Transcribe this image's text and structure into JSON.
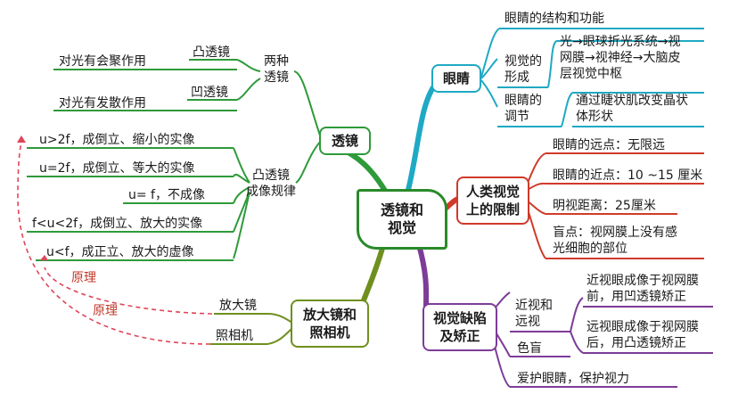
{
  "center": {
    "line1": "透镜和",
    "line2": "视觉"
  },
  "lens": {
    "title": "透镜",
    "two_kinds": {
      "line1": "两种",
      "line2": "透镜"
    },
    "convex": "凸透镜",
    "concave": "凹透镜",
    "convex_effect": "对光有会聚作用",
    "concave_effect": "对光有发散作用",
    "imaging_rule": {
      "line1": "凸透镜",
      "line2": "成像规律"
    },
    "rules": [
      "u>2f，成倒立、缩小的实像",
      "u=2f，成倒立、等大的实像",
      "u= f，不成像",
      "f<u<2f，成倒立、放大的实像",
      "u<f，成正立、放大的虚像"
    ]
  },
  "magnifier": {
    "title": {
      "line1": "放大镜和",
      "line2": "照相机"
    },
    "magnifying_glass": "放大镜",
    "camera": "照相机",
    "principle1": "原理",
    "principle2": "原理"
  },
  "eye": {
    "title": "眼睛",
    "structure": "眼睛的结构和功能",
    "vision_formation": {
      "line1": "视觉的",
      "line2": "形成"
    },
    "formation_path": {
      "line1": "光→眼球折光系统→视",
      "line2": "网膜→视神经→大脑皮",
      "line3": "层视觉中枢"
    },
    "adjustment": {
      "line1": "眼睛的",
      "line2": "调节"
    },
    "adjustment_desc": {
      "line1": "通过睫状肌改变晶状",
      "line2": "体形状"
    }
  },
  "limits": {
    "title": {
      "line1": "人类视觉",
      "line2": "上的限制"
    },
    "far_point": "眼睛的远点：无限远",
    "near_point": "眼睛的近点：10 ~15 厘米",
    "clear_distance": "明视距离：25厘米",
    "blind_spot": {
      "line1": "盲点：视网膜上没有感",
      "line2": "光细胞的部位"
    }
  },
  "defects": {
    "title": {
      "line1": "视觉缺陷",
      "line2": "及矫正"
    },
    "myopia_hyperopia": {
      "line1": "近视和",
      "line2": "远视"
    },
    "myopia": {
      "line1": "近视眼成像于视网膜",
      "line2": "前，用凹透镜矫正"
    },
    "hyperopia": {
      "line1": "远视眼成像于视网膜",
      "line2": "后，用凸透镜矫正"
    },
    "color_blind": "色盲",
    "protect": "爱护眼睛，保护视力"
  },
  "colors": {
    "green": "#2e9a3a",
    "cyan": "#1fa9c4",
    "red": "#d03a2a",
    "purple": "#7d3c98",
    "olive": "#6f8f1e",
    "center": "#2a8a2a"
  }
}
